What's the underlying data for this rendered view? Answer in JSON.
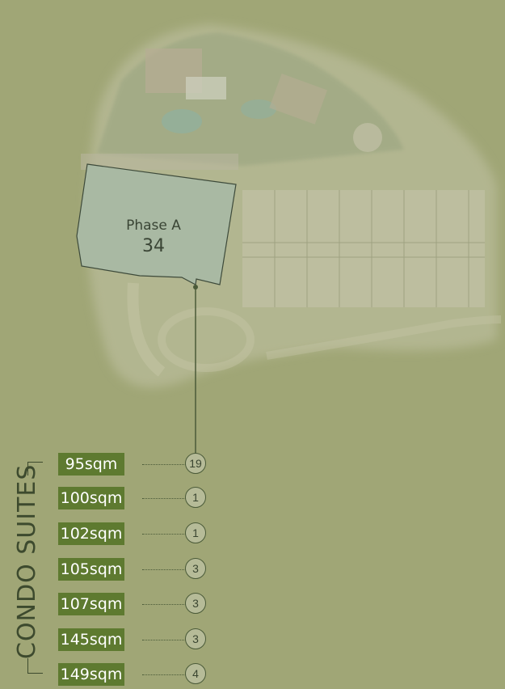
{
  "map": {
    "phase_label": "Phase A",
    "phase_count": "34"
  },
  "section_title": "CONDO SUITES",
  "units": [
    {
      "size": "95sqm",
      "count": "19"
    },
    {
      "size": "100sqm",
      "count": "1"
    },
    {
      "size": "102sqm",
      "count": "1"
    },
    {
      "size": "105sqm",
      "count": "3"
    },
    {
      "size": "107sqm",
      "count": "3"
    },
    {
      "size": "145sqm",
      "count": "3"
    },
    {
      "size": "149sqm",
      "count": "4"
    }
  ],
  "colors": {
    "background": "#a0a676",
    "label_fill": "#5e7a30",
    "phase_fill": "#a9b9a3"
  }
}
